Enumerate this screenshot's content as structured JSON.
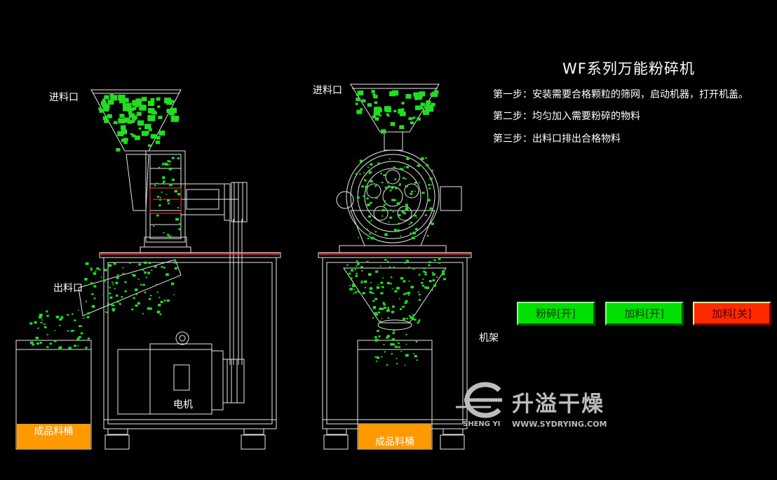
{
  "title": "WF系列万能粉碎机",
  "steps": [
    "第一步：安装需要合格颗粒的筛网，启动机器，打开机盖。",
    "第二步：均匀加入需要粉碎的物料",
    "第三步：出料口排出合格物料"
  ],
  "labels": {
    "inlet_left": "进料口",
    "inlet_right": "进料口",
    "outlet": "出料口",
    "motor": "电机",
    "frame": "机架",
    "bucket_left": "成品料桶",
    "bucket_right": "成品料桶"
  },
  "buttons": {
    "crush_on": "粉碎[开]",
    "feed_on": "加料[开]",
    "feed_off": "加料[关]"
  },
  "logo": {
    "cn": "升溢干燥",
    "en": "WWW.SYDRYING.COM",
    "sub": "SHENG YI"
  },
  "colors": {
    "particle": "#22dd22",
    "bucket_fill": "#ff9900",
    "button_on": "#00e000",
    "button_off": "#ff2a00"
  }
}
